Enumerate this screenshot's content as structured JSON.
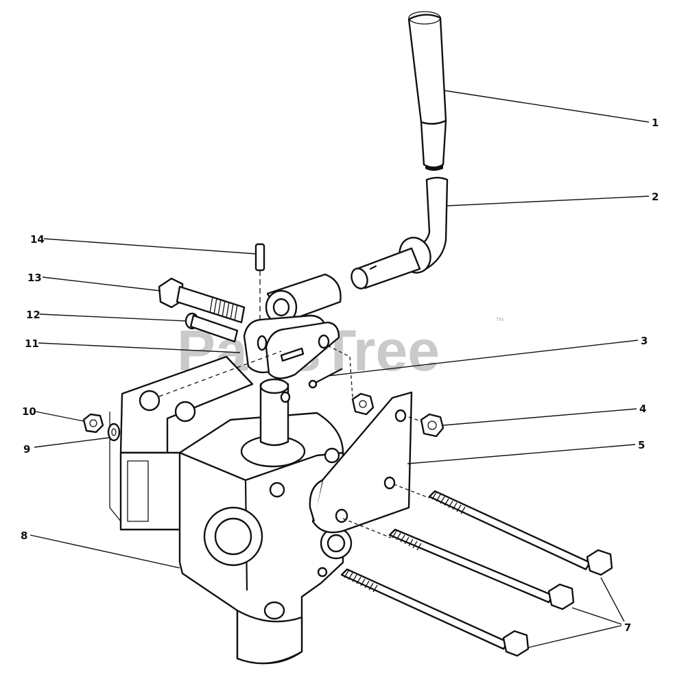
{
  "watermark": {
    "text": "PartsTree",
    "mark": "™"
  },
  "callouts": [
    "1",
    "2",
    "3",
    "4",
    "5",
    "7",
    "8",
    "9",
    "10",
    "11",
    "12",
    "13",
    "14"
  ],
  "parts": [
    {
      "number": "1",
      "name": "handle-grip-icon"
    },
    {
      "number": "2",
      "name": "lever-rod-icon"
    },
    {
      "number": "3",
      "name": "cotter-pin-icon"
    },
    {
      "number": "4",
      "name": "lock-nut-icon"
    },
    {
      "number": "5",
      "name": "mounting-bracket-icon"
    },
    {
      "number": "7",
      "name": "hex-bolt-icon"
    },
    {
      "number": "8",
      "name": "control-valve-icon"
    },
    {
      "number": "9",
      "name": "washer-icon"
    },
    {
      "number": "10",
      "name": "hex-nut-icon"
    },
    {
      "number": "11",
      "name": "link-plate-icon"
    },
    {
      "number": "12",
      "name": "clevis-pin-icon"
    },
    {
      "number": "13",
      "name": "shoulder-bolt-icon"
    },
    {
      "number": "14",
      "name": "roll-pin-icon"
    }
  ]
}
